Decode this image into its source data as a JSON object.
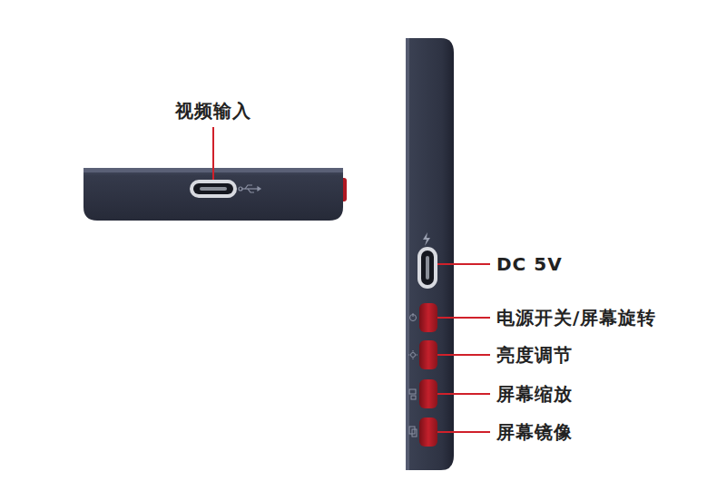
{
  "diagram": {
    "labels": [
      "视频输入",
      "DC 5V",
      "电源开关/屏幕旋转",
      "亮度调节",
      "屏幕缩放",
      "屏幕镜像"
    ]
  }
}
